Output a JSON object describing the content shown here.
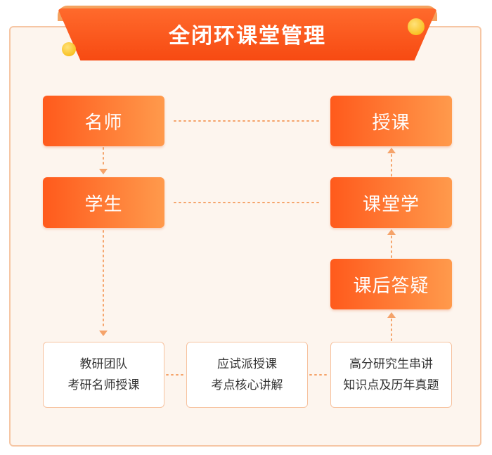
{
  "title": "全闭环课堂管理",
  "nodes": {
    "teacher": "名师",
    "teach": "授课",
    "student": "学生",
    "class_learn": "课堂学",
    "qa": "课后答疑"
  },
  "cards": [
    {
      "line1": "教研团队",
      "line2": "考研名师授课"
    },
    {
      "line1": "应试派授课",
      "line2": "考点核心讲解"
    },
    {
      "line1": "高分研究生串讲",
      "line2": "知识点及历年真题"
    }
  ],
  "colors": {
    "accent": "#ff6a2c",
    "accent_light": "#ff9a4c",
    "dotted_line": "#f5a36a",
    "card_border": "#f7c3a0",
    "background": "#fdf5ee",
    "badge_yellow": "#f6b400"
  }
}
